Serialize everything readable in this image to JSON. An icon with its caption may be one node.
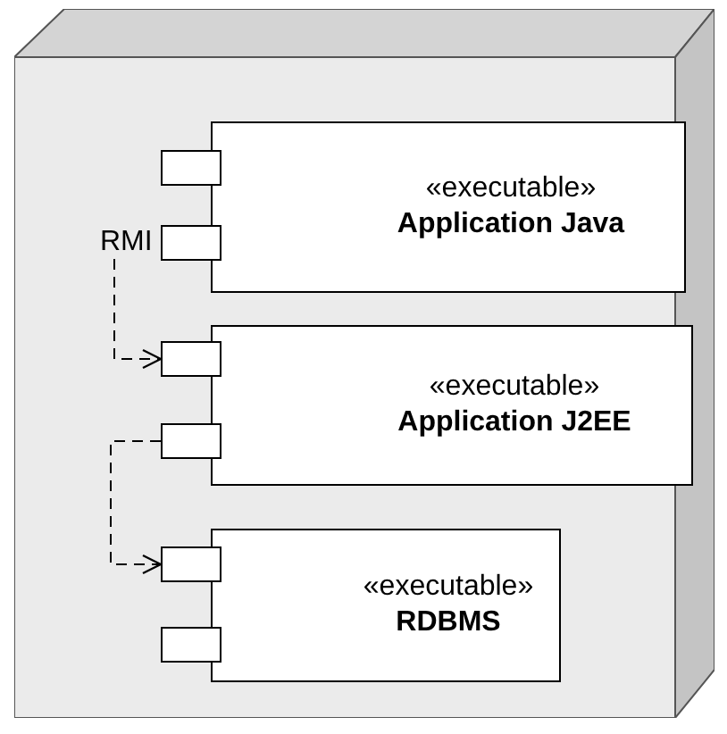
{
  "diagram": {
    "nodes": [
      {
        "text": [],
        "shape": "box"
      },
      {
        "text": [
          "«executable»",
          "Application Java"
        ],
        "in": 0
      },
      {
        "text": [],
        "shape": "box",
        "in": 0
      },
      {
        "text": [],
        "shape": "box",
        "in": 0
      },
      {
        "text": [
          "RMI"
        ],
        "in": 0
      },
      {
        "text": [
          "«executable»",
          "Application J2EE"
        ],
        "in": 0
      },
      {
        "text": [],
        "shape": "box",
        "in": 0
      },
      {
        "text": [],
        "shape": "box",
        "in": 0
      },
      {
        "text": [
          "«executable»",
          "RDBMS"
        ],
        "in": 0
      },
      {
        "text": [],
        "shape": "box",
        "in": 0
      },
      {
        "text": [],
        "shape": "box",
        "in": 0
      }
    ],
    "edges": [
      {
        "from": 4,
        "to": 6,
        "arrow": "to",
        "style": "dashed"
      },
      {
        "from": 7,
        "to": 9,
        "arrow": "to",
        "style": "dashed"
      }
    ]
  }
}
